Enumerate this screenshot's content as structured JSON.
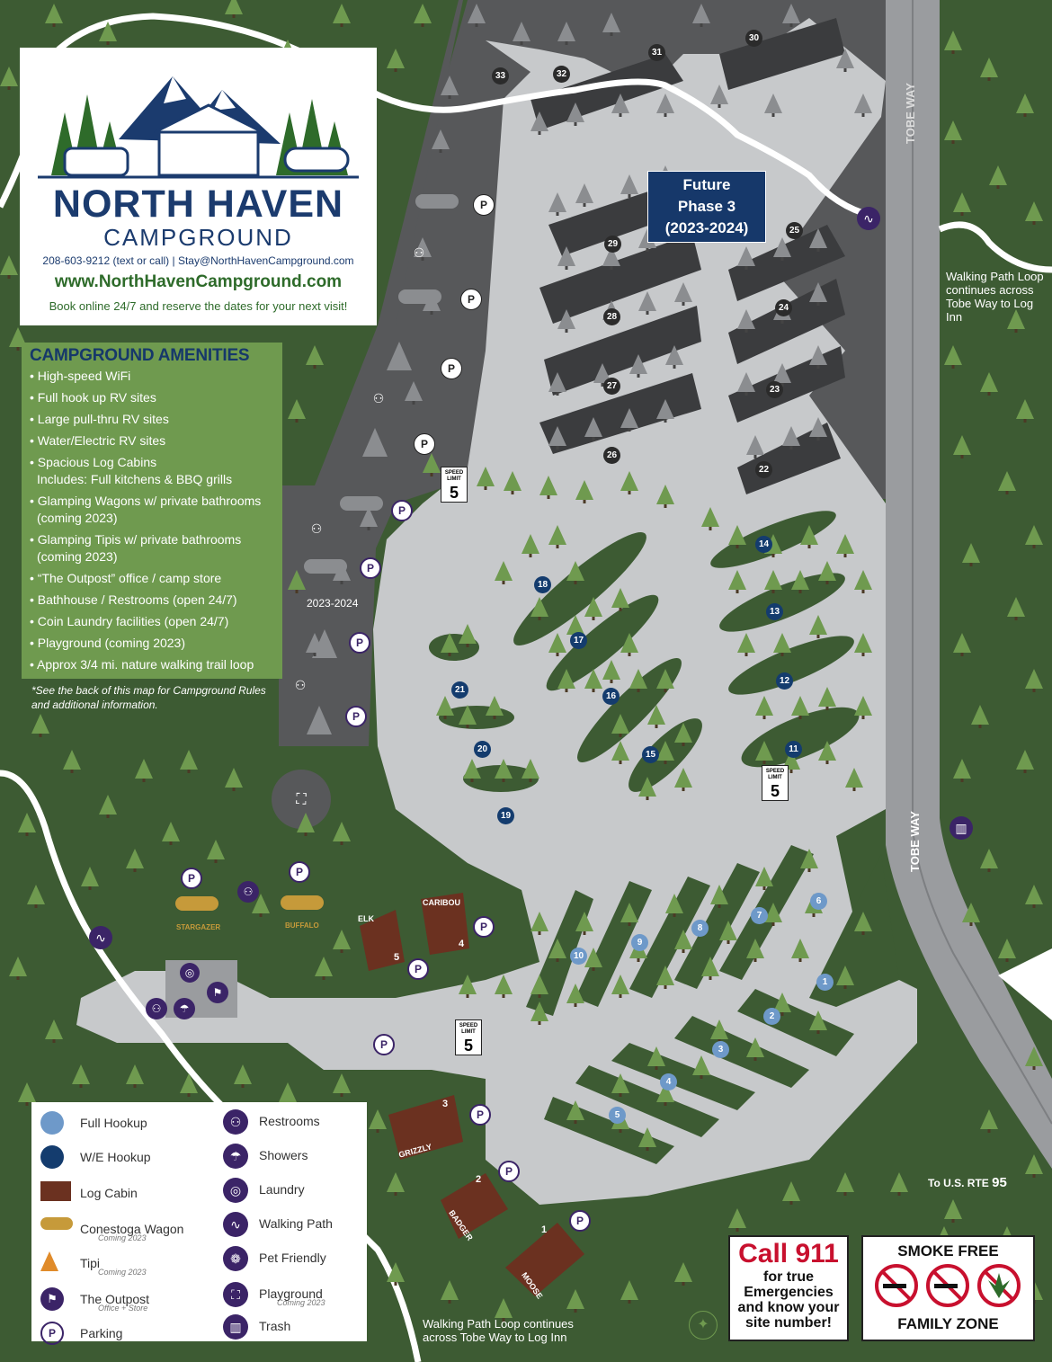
{
  "logo": {
    "name_line1": "NORTH HAVEN",
    "name_line2": "CAMPGROUND",
    "contact": "208-603-9212 (text or call)  |  Stay@NorthHavenCampground.com",
    "website": "www.NorthHavenCampground.com",
    "tagline": "Book online 24/7 and reserve the dates for your next visit!"
  },
  "amenities": {
    "title": "CAMPGROUND AMENITIES",
    "items": [
      {
        "text": "• High-speed WiFi",
        "sub": ""
      },
      {
        "text": "• Full hook up RV sites",
        "sub": ""
      },
      {
        "text": "• Large pull-thru RV sites",
        "sub": ""
      },
      {
        "text": "• Water/Electric RV sites",
        "sub": ""
      },
      {
        "text": "• Spacious Log Cabins",
        "sub": "Includes: Full kitchens & BBQ grills"
      },
      {
        "text": "• Glamping Wagons w/ private bathrooms",
        "sub": "(coming 2023)"
      },
      {
        "text": "• Glamping Tipis w/ private bathrooms",
        "sub": "(coming 2023)"
      },
      {
        "text": "• “The Outpost” office / camp store",
        "sub": ""
      },
      {
        "text": "• Bathhouse / Restrooms (open 24/7)",
        "sub": ""
      },
      {
        "text": "• Coin Laundry facilities (open 24/7)",
        "sub": ""
      },
      {
        "text": "• Playground (coming 2023)",
        "sub": ""
      },
      {
        "text": "• Approx 3/4 mi. nature walking trail loop",
        "sub": ""
      }
    ],
    "footnote": "*See the back of this map for Campground Rules and additional information."
  },
  "map": {
    "future_phase": [
      "Future",
      "Phase 3",
      "(2023-2024)"
    ],
    "year_label": "2023-2024",
    "road_name": "TOBE WAY",
    "walking_path_note_right": "Walking Path Loop continues across Tobe Way to Log Inn",
    "walking_path_note_bottom": "Walking Path Loop continues across Tobe Way to Log Inn",
    "to_route": "To U.S. RTE",
    "route_number": "95",
    "speed_limit_label": "SPEED LIMIT",
    "speed_limit_value": "5",
    "parking_symbol": "P",
    "sites_future": [
      "33",
      "32",
      "31",
      "30",
      "29",
      "28",
      "27",
      "26",
      "25",
      "24",
      "23",
      "22"
    ],
    "sites_we": [
      "21",
      "20",
      "19",
      "18",
      "17",
      "16",
      "15",
      "14",
      "13",
      "12",
      "11"
    ],
    "sites_full": [
      "10",
      "9",
      "8",
      "7",
      "6",
      "1",
      "2",
      "3",
      "4",
      "5"
    ],
    "cabins": [
      {
        "name": "ELK",
        "number": "5"
      },
      {
        "name": "CARIBOU",
        "number": "4"
      },
      {
        "name": "GRIZZLY",
        "number": "3"
      },
      {
        "name": "BADGER",
        "number": "2"
      },
      {
        "name": "MOOSE",
        "number": "1"
      }
    ],
    "wagons": [
      "STARGAZER",
      "BUFFALO"
    ]
  },
  "legend": {
    "left": [
      {
        "label": "Full Hookup",
        "note": ""
      },
      {
        "label": "W/E Hookup",
        "note": ""
      },
      {
        "label": "Log Cabin",
        "note": ""
      },
      {
        "label": "Conestoga Wagon",
        "note": "Coming 2023"
      },
      {
        "label": "Tipi",
        "note": "Coming 2023"
      },
      {
        "label": "The Outpost",
        "note": "Office + Store"
      },
      {
        "label": "Parking",
        "note": ""
      }
    ],
    "right": [
      {
        "label": "Restrooms",
        "note": ""
      },
      {
        "label": "Showers",
        "note": ""
      },
      {
        "label": "Laundry",
        "note": ""
      },
      {
        "label": "Walking Path",
        "note": ""
      },
      {
        "label": "Pet Friendly",
        "note": ""
      },
      {
        "label": "Playground",
        "note": "Coming 2023"
      },
      {
        "label": "Trash",
        "note": ""
      }
    ]
  },
  "emergency": {
    "title": "Call 911",
    "body": "for true Emergencies and know your site number!"
  },
  "smoke_free": {
    "title": "SMOKE FREE",
    "subtitle": "FAMILY ZONE"
  },
  "colors": {
    "forest": "#3d5b33",
    "tree": "#6f9a4f",
    "road": "#c7c9cb",
    "future_area": "#5a5b5d",
    "brand_navy": "#16386a",
    "brand_green": "#2e6b2a",
    "cabin": "#6b3120",
    "wagon": "#c69a3a",
    "parking_purple": "#3b2467",
    "emergency_red": "#c8102e"
  }
}
